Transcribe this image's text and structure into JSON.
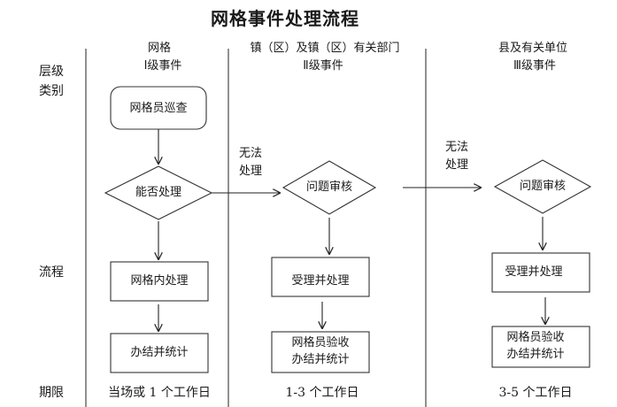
{
  "title": "网格事件处理流程",
  "row_labels": {
    "level": [
      "层级",
      "类别"
    ],
    "process": "流程",
    "period": "期限"
  },
  "columns": [
    {
      "header_line1": "网格",
      "header_line2": "Ⅰ级事件",
      "nodes": {
        "start": "网格员巡查",
        "decision": "能否处理",
        "process": "网格内处理",
        "end": "办结并统计"
      },
      "period": "当场或 1 个工作日"
    },
    {
      "header_line1": "镇（区）及镇（区）有关部门",
      "header_line2": "Ⅱ级事件",
      "nodes": {
        "decision": "问题审核",
        "process": "受理并处理",
        "end_line1": "网格员验收",
        "end_line2": "办结并统计"
      },
      "period": "1-3 个工作日"
    },
    {
      "header_line1": "县及有关单位",
      "header_line2": "Ⅲ级事件",
      "nodes": {
        "decision": "问题审核",
        "process": "受理并处理",
        "end_line1": "网格员验收",
        "end_line2": "办结并统计"
      },
      "period": "3-5 个工作日"
    }
  ],
  "escalations": [
    {
      "line1": "无法",
      "line2": "处理"
    },
    {
      "line1": "无法",
      "line2": "处理"
    }
  ]
}
